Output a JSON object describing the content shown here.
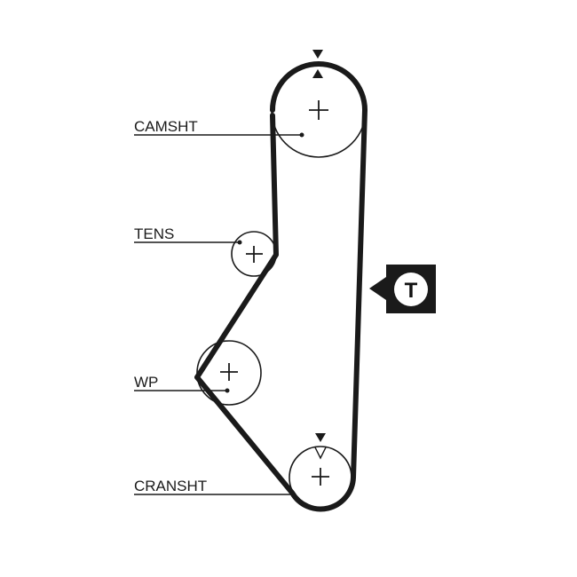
{
  "labels": {
    "camshaft": "CAMSHT",
    "tensioner": "TENS",
    "water_pump": "WP",
    "crankshaft": "CRANSHT"
  },
  "tension_marker": {
    "letter": "T",
    "icon": "tension-point-icon"
  },
  "colors": {
    "belt": "#1a1a1a",
    "line": "#1a1a1a",
    "background": "#ffffff"
  }
}
